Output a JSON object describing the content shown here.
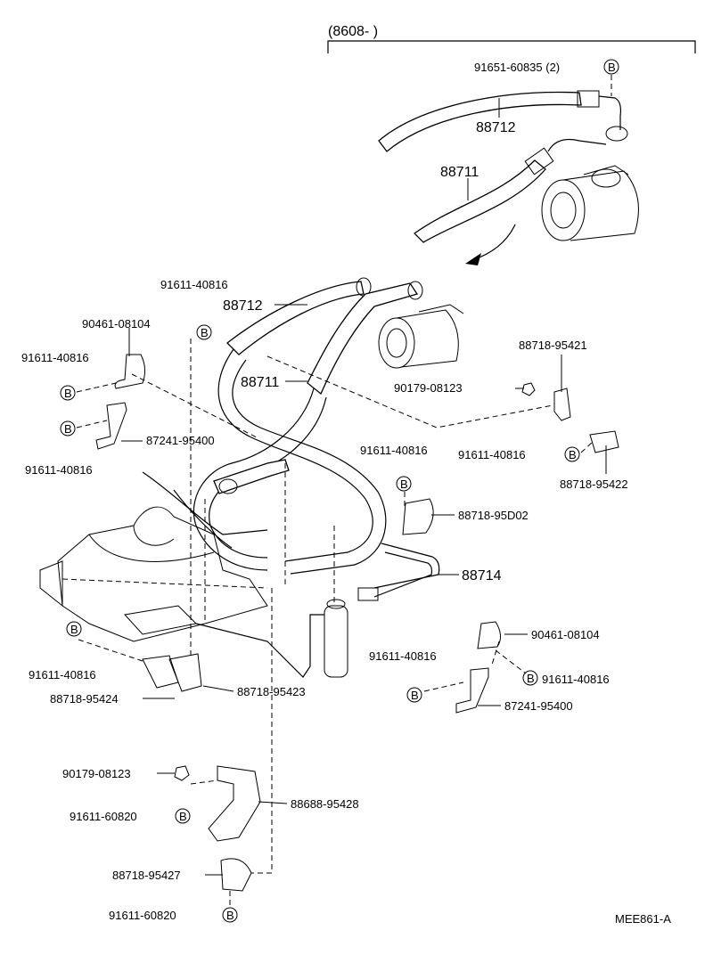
{
  "header": {
    "date_range": "(8608-          )"
  },
  "footer": {
    "ref": "MEE861-A"
  },
  "badge_letter": "B",
  "labels": {
    "p_91651_60835": "91651-60835 (2)",
    "p_88712_top": "88712",
    "p_88711_top": "88711",
    "p_91611_40816_a": "91611-40816",
    "p_90461_08104_a": "90461-08104",
    "p_88712_mid": "88712",
    "p_91611_40816_b": "91611-40816",
    "p_88711_mid": "88711",
    "p_87241_95400_a": "87241-95400",
    "p_91611_40816_c": "91611-40816",
    "p_88718_95421": "88718-95421",
    "p_90179_08123_a": "90179-08123",
    "p_91611_40816_d": "91611-40816",
    "p_91611_40816_e": "91611-40816",
    "p_88718_95422": "88718-95422",
    "p_88718_95D02": "88718-95D02",
    "p_88714": "88714",
    "p_90461_08104_b": "90461-08104",
    "p_91611_40816_f": "91611-40816",
    "p_91611_40816_g": "91611-40816",
    "p_91611_40816_h": "91611-40816",
    "p_88718_95423": "88718-95423",
    "p_88718_95424": "88718-95424",
    "p_87241_95400_b": "87241-95400",
    "p_90179_08123_b": "90179-08123",
    "p_91611_60820_a": "91611-60820",
    "p_88688_95428": "88688-95428",
    "p_88718_95427": "88718-95427",
    "p_91611_60820_b": "91611-60820"
  }
}
